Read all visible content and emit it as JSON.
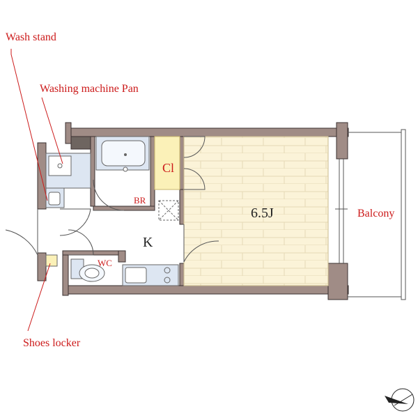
{
  "labels": {
    "wash_stand": "Wash stand",
    "washing_machine_pan": "Washing machine Pan",
    "closet": "Cl",
    "bathroom": "BR",
    "living_room": "6.5J",
    "balcony": "Balcony",
    "kitchen": "K",
    "toilet": "WC",
    "shoes_locker": "Shoes locker"
  },
  "colors": {
    "wall": "#a08c86",
    "wall_outline": "#3a3030",
    "floor_room": "#fbf3d8",
    "floor_wet": "#ffffff",
    "closet": "#fbf1b8",
    "fixture": "#dde6f2",
    "callout_text": "#cc1a1a",
    "leader_line": "#cc1a1a"
  },
  "icons": {
    "compass": "compass-north-arrow-icon"
  }
}
